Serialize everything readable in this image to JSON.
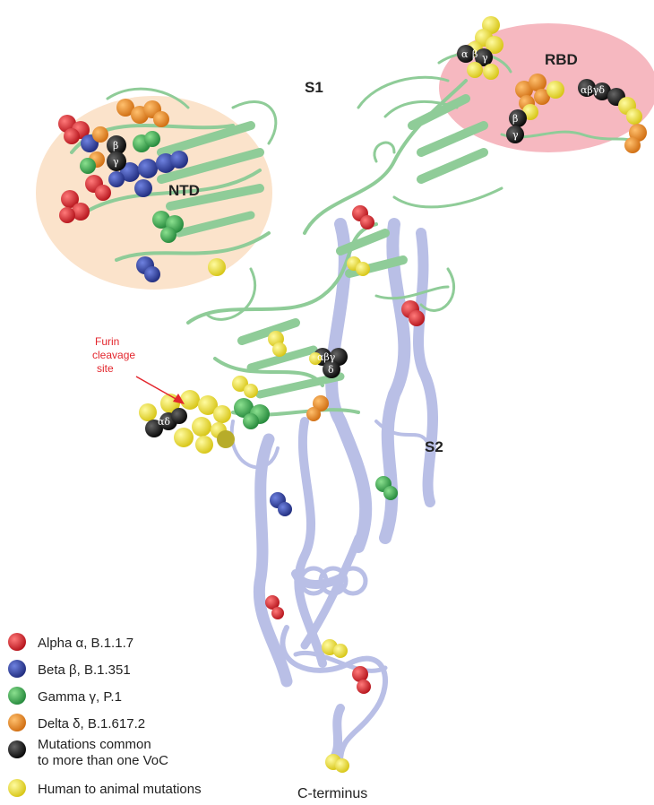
{
  "labels": {
    "s1": "S1",
    "s2": "S2",
    "rbd": "RBD",
    "ntd": "NTD",
    "c_terminus": "C-terminus",
    "furin_line1": "Furin",
    "furin_line2": "cleavage",
    "furin_line3": "site"
  },
  "greek_tags": {
    "ntd_top": "β",
    "ntd_bottom": "γ",
    "rbd_left_top": "α",
    "rbd_left_mid": "β",
    "rbd_left_bot": "γ",
    "rbd_right": "αβγδ",
    "rbd_low_top": "β",
    "rbd_low_bot": "γ",
    "mid_top": "αβγ",
    "mid_bot": "δ",
    "furin": "αδ"
  },
  "legend": [
    {
      "label": "Alpha α, B.1.1.7",
      "color": "#d7202a"
    },
    {
      "label": "Beta β, B.1.351",
      "color": "#2d3c9a"
    },
    {
      "label": "Gamma γ, P.1",
      "color": "#3cab46"
    },
    {
      "label": "Delta δ, B.1.617.2",
      "color": "#ef8a22"
    },
    {
      "label_line1": "Mutations common",
      "label_line2": "to more than one VoC",
      "color": "#111111"
    },
    {
      "label": "Human to animal mutations",
      "color": "#f2e32b"
    }
  ],
  "colors": {
    "ntd_region": "#fbe3cb",
    "rbd_region": "#f6b8c0",
    "s1_ribbon": "#8fcc98",
    "s2_ribbon": "#b9bfe6",
    "furin_label": "#e3262d"
  }
}
